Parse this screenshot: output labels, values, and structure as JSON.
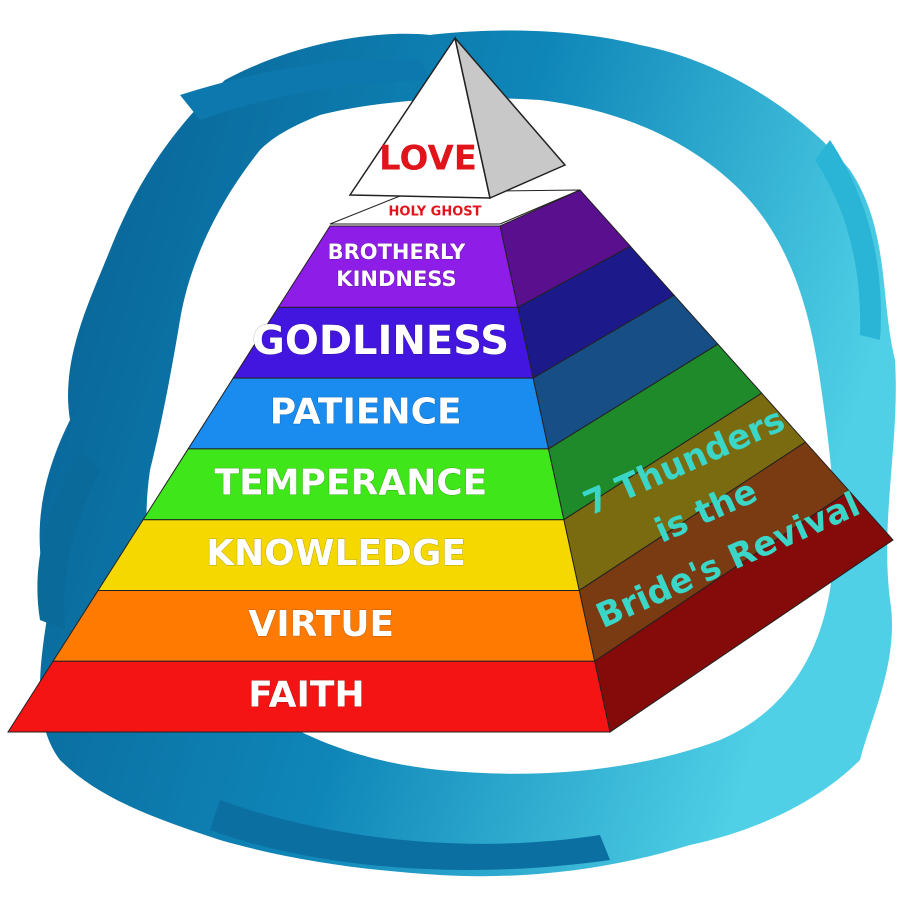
{
  "diagram": {
    "apex_label": "LOVE",
    "holy_ghost_label": "HOLY GHOST",
    "tiers": [
      {
        "label_lines": [
          "BROTHERLY",
          "KINDNESS"
        ],
        "front_color": "#8e1de8",
        "side_color": "#5a0f8e"
      },
      {
        "label_lines": [
          "GODLINESS"
        ],
        "front_color": "#4316e0",
        "side_color": "#1c1a8a"
      },
      {
        "label_lines": [
          "PATIENCE"
        ],
        "front_color": "#1a8cf0",
        "side_color": "#174e86"
      },
      {
        "label_lines": [
          "TEMPERANCE"
        ],
        "front_color": "#3fe61a",
        "side_color": "#1f8a2a"
      },
      {
        "label_lines": [
          "KNOWLEDGE"
        ],
        "front_color": "#f5d800",
        "side_color": "#7a6a10"
      },
      {
        "label_lines": [
          "VIRTUE"
        ],
        "front_color": "#ff7a00",
        "side_color": "#7a3a12"
      },
      {
        "label_lines": [
          "FAITH"
        ],
        "front_color": "#f41414",
        "side_color": "#850a0a"
      }
    ],
    "side_caption_lines": [
      "7 Thunders",
      "is the",
      "Bride's Revival"
    ],
    "colors": {
      "side_caption": "#3ad6c8",
      "splash_dark": "#0a6a9a",
      "splash_light": "#3cc4e0",
      "apex_front": "#ffffff",
      "apex_side": "#c8c8c8",
      "apex_text": "#e1141c"
    }
  }
}
